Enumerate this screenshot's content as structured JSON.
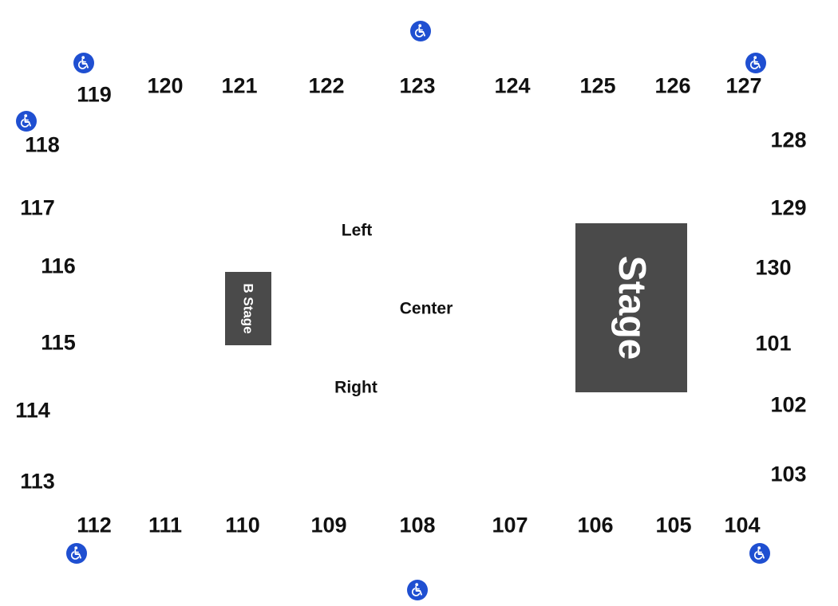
{
  "colors": {
    "stage": "#4a4a4a",
    "stage_text": "#ffffff",
    "section_text": "#111111",
    "accessible_icon": "#1f4fd1"
  },
  "stages": {
    "main": {
      "label": "Stage"
    },
    "b_stage": {
      "label": "B Stage"
    }
  },
  "floor": {
    "left": "Left",
    "center": "Center",
    "right": "Right"
  },
  "sections": [
    "101",
    "102",
    "103",
    "104",
    "105",
    "106",
    "107",
    "108",
    "109",
    "110",
    "111",
    "112",
    "113",
    "114",
    "115",
    "116",
    "117",
    "118",
    "119",
    "120",
    "121",
    "122",
    "123",
    "124",
    "125",
    "126",
    "127",
    "128",
    "129",
    "130"
  ],
  "accessible_icon": "wheelchair-icon"
}
